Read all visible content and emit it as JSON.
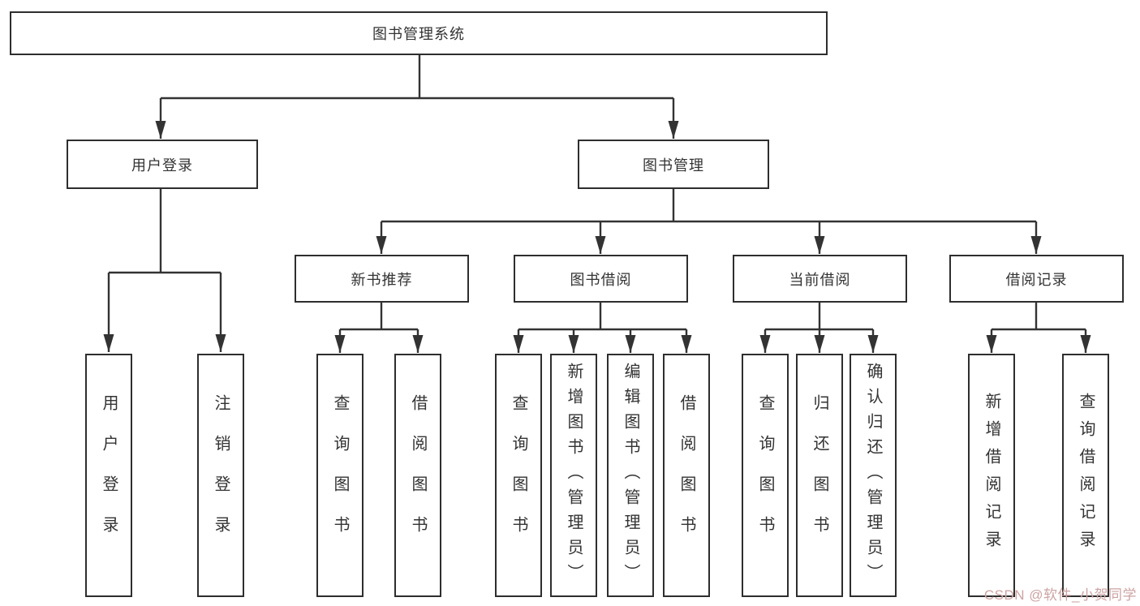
{
  "colors": {
    "line": "#333333",
    "border": "#2e2e2e",
    "text": "#333333",
    "watermark_text": "#cda3a3",
    "background": "#ffffff"
  },
  "tree": {
    "root": {
      "label": "图书管理系统"
    },
    "branches": [
      {
        "label": "用户登录",
        "leaves": [
          "用户登录",
          "注销登录"
        ]
      },
      {
        "label": "图书管理",
        "groups": [
          {
            "label": "新书推荐",
            "leaves": [
              "查询图书",
              "借阅图书"
            ]
          },
          {
            "label": "图书借阅",
            "leaves": [
              "查询图书",
              "新增图书（管理员）",
              "编辑图书（管理员）",
              "借阅图书"
            ]
          },
          {
            "label": "当前借阅",
            "leaves": [
              "查询图书",
              "归还图书",
              "确认归还（管理员）"
            ]
          },
          {
            "label": "借阅记录",
            "leaves": [
              "新增借阅记录",
              "查询借阅记录"
            ]
          }
        ]
      }
    ]
  },
  "watermark": "CSDN @软件_小贺同学"
}
